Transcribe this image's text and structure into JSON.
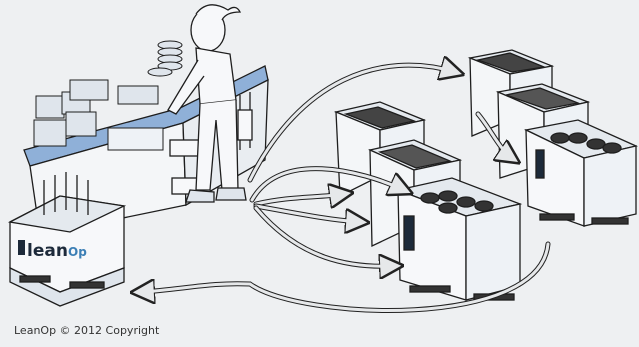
{
  "logo": {
    "word": "lean",
    "suffix": "Op"
  },
  "footer": {
    "copyright": "LeanOp © 2012 Copyright"
  },
  "colors": {
    "workbench_top": "#8fb0d8",
    "arrow_fill": "#e6e8ea",
    "outline": "#1e1e1e",
    "background": "#eef0f2"
  }
}
